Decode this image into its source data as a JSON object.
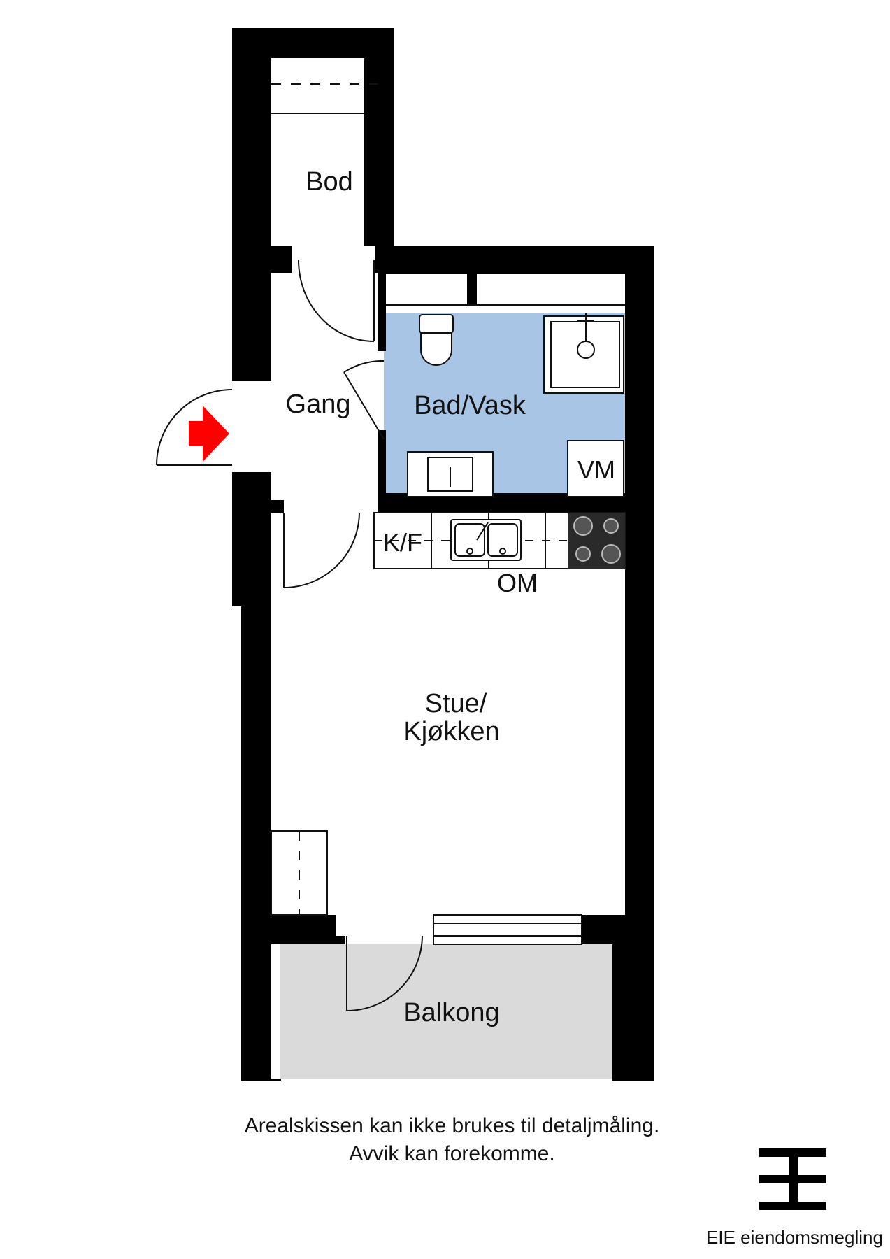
{
  "rooms": {
    "bod": "Bod",
    "gang": "Gang",
    "bad": "Bad/Vask",
    "stue_line1": "Stue/",
    "stue_line2": "Kjøkken",
    "balkong": "Balkong"
  },
  "fixtures": {
    "vm": "VM",
    "kf": "K/F",
    "om": "OM"
  },
  "disclaimer": {
    "line1": "Arealskissen kan ikke brukes til detaljmåling.",
    "line2": "Avvik kan forekomme."
  },
  "brand": {
    "name": "EIE eiendomsmegling",
    "icon": "eie-logo-icon"
  },
  "colors": {
    "wall": "#000000",
    "bathroom": "#a9c5e6",
    "balcony": "#dadada",
    "entrance_arrow": "#ff0000"
  },
  "icons": {
    "entrance": "entrance-arrow-icon"
  }
}
